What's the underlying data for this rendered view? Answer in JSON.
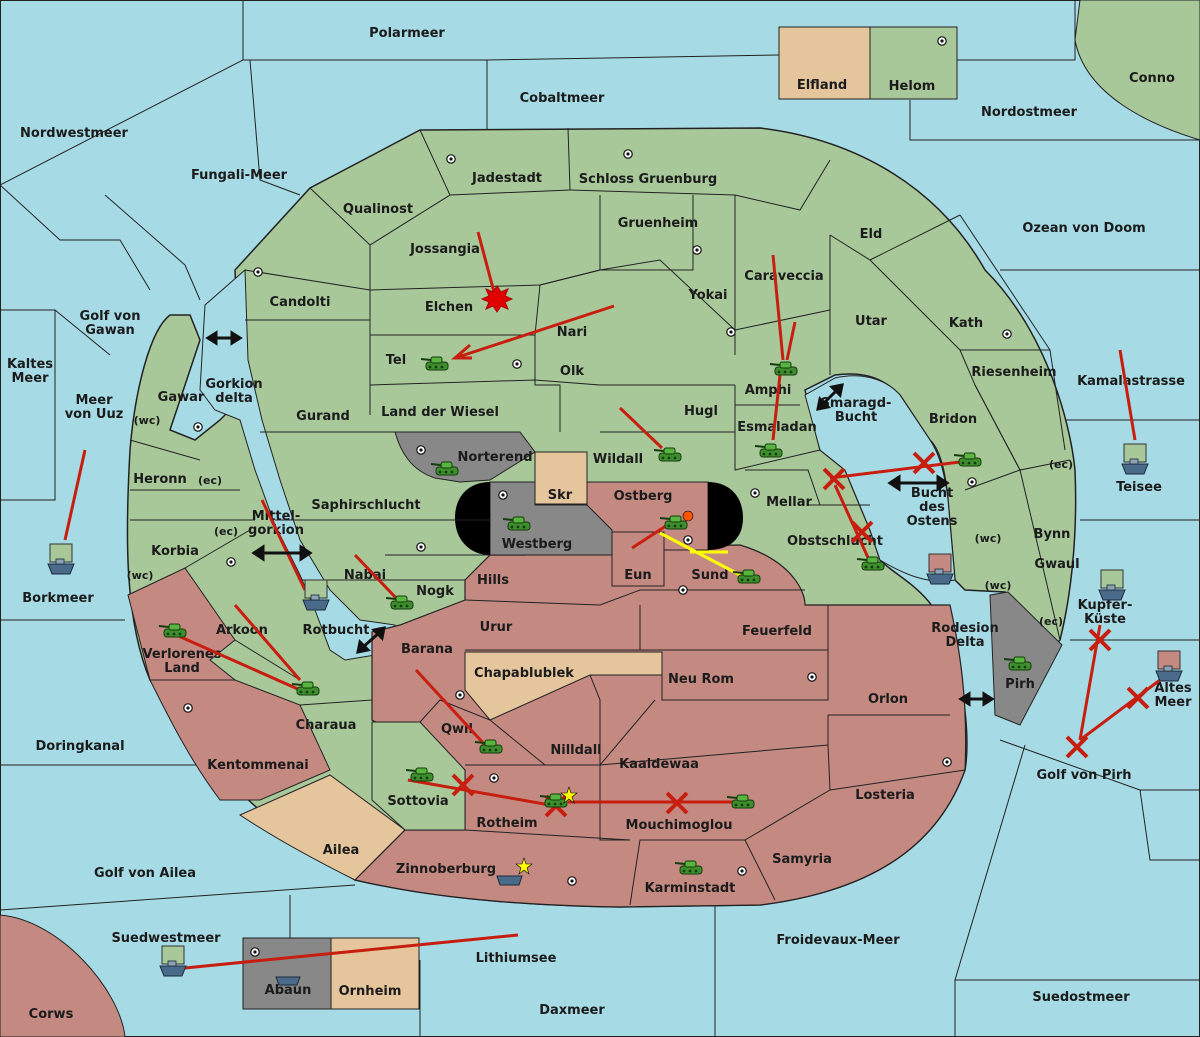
{
  "colors": {
    "sea": "#a6dbe6",
    "neutral_land": "#a8c89a",
    "red_land": "#c48a82",
    "tan_land": "#e4c59c",
    "gray_land": "#888888",
    "border": "#222222",
    "order_arrow": "#c81e10",
    "support_line": "#ffff00"
  },
  "provinces": {
    "polarmeer": "Polarmeer",
    "cobaltmeer": "Cobaltmeer",
    "elfland": "Elfland",
    "helom": "Helom",
    "conno": "Conno",
    "nordostmeer": "Nordostmeer",
    "nordwestmeer": "Nordwestmeer",
    "fungali_meer": "Fungali-Meer",
    "jadestadt": "Jadestadt",
    "schloss_gruenburg": "Schloss Gruenburg",
    "qualinost": "Qualinost",
    "gruenheim": "Gruenheim",
    "eld": "Eld",
    "ozean_von_doom": "Ozean von Doom",
    "jossangia": "Jossangia",
    "caraveccia": "Caraveccia",
    "candolti": "Candolti",
    "elchen": "Elchen",
    "yokai": "Yokai",
    "utar": "Utar",
    "kath": "Kath",
    "golf_von_gawan": "Golf von\nGawan",
    "nari": "Nari",
    "tel": "Tel",
    "olk": "Olk",
    "amphi": "Amphi",
    "riesenheim": "Riesenheim",
    "kaltes_meer": "Kaltes\nMeer",
    "kamalastrasse": "Kamalastrasse",
    "gawar": "Gawar",
    "gorkion_delta": "Gorkion\ndelta",
    "meer_von_uuz": "Meer\nvon Uuz",
    "gurand": "Gurand",
    "land_der_wiesel": "Land der Wiesel",
    "hugl": "Hugl",
    "smaragd_bucht": "Smaragd-\nBucht",
    "bridon": "Bridon",
    "esmaladan": "Esmaladan",
    "norterend": "Norterend",
    "wildall": "Wildall",
    "heronn": "Heronn",
    "teisee": "Teisee",
    "skr": "Skr",
    "ostberg": "Ostberg",
    "mellar": "Mellar",
    "saphirschlucht": "Saphirschlucht",
    "bucht_des_ostens": "Bucht\ndes\nOstens",
    "mittel_gorkion": "Mittel-\ngorkion",
    "westberg": "Westberg",
    "obstschlucht": "Obstschlucht",
    "bynn": "Bynn",
    "korbia": "Korbia",
    "eun": "Eun",
    "sund": "Sund",
    "gwaul": "Gwaul",
    "nabai": "Nabai",
    "hills": "Hills",
    "nogk": "Nogk",
    "borkmeer": "Borkmeer",
    "kupfer_kueste": "Kupfer-\nKüste",
    "rotbucht": "Rotbucht",
    "arkoon": "Arkoon",
    "urur": "Urur",
    "feuerfeld": "Feuerfeld",
    "rodesion_delta": "Rodesion\nDelta",
    "verlorenes_land": "Verlorenes\nLand",
    "barana": "Barana",
    "chapablublek": "Chapablublek",
    "pirh": "Pirh",
    "neu_rom": "Neu Rom",
    "altes_meer": "Altes\nMeer",
    "orlon": "Orlon",
    "charaua": "Charaua",
    "qwil": "Qwil",
    "doringkanal": "Doringkanal",
    "nilldall": "Nilldall",
    "golf_von_pirh": "Golf von Pirh",
    "kentommenai": "Kentommenai",
    "kaaldewaa": "Kaaldewaa",
    "sottovia": "Sottovia",
    "losteria": "Losteria",
    "rotheim": "Rotheim",
    "mouchimoglou": "Mouchimoglou",
    "ailea": "Ailea",
    "samyria": "Samyria",
    "zinnoberburg": "Zinnoberburg",
    "golf_von_ailea": "Golf von Ailea",
    "karminstadt": "Karminstadt",
    "suedwestmeer": "Suedwestmeer",
    "froidevaux_meer": "Froidevaux-Meer",
    "lithiumsee": "Lithiumsee",
    "abaun": "Abaun",
    "ornheim": "Ornheim",
    "suedostmeer": "Suedostmeer",
    "daxmeer": "Daxmeer",
    "corws": "Corws"
  },
  "coast_markers": {
    "wc": "(wc)",
    "ec": "(ec)"
  }
}
